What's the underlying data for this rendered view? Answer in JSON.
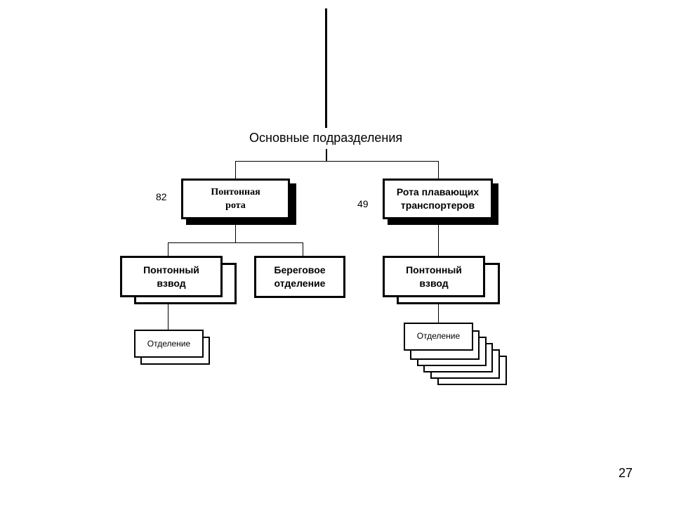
{
  "heading": "Основные подразделения",
  "left_company": {
    "label": "Понтонная\nрота",
    "count": "82"
  },
  "right_company": {
    "label": "Рота плавающих\nтранспортеров",
    "count": "49"
  },
  "left_platoon": {
    "label": "Понтонный\nвзвод"
  },
  "shore_section": {
    "label": "Береговое\nотделение"
  },
  "right_platoon": {
    "label": "Понтонный\nвзвод"
  },
  "left_squad": {
    "label": "Отделение"
  },
  "right_squad": {
    "label": "Отделение"
  },
  "page_number": "27"
}
